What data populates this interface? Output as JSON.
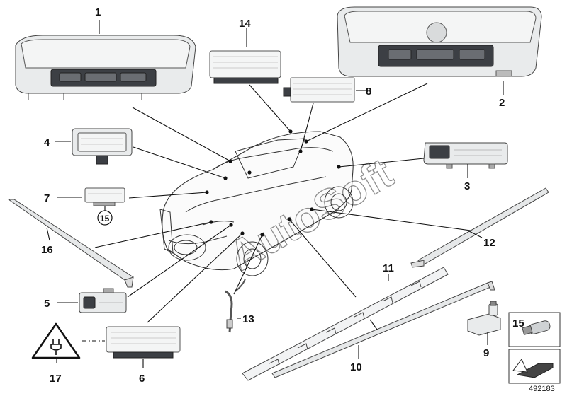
{
  "callouts": {
    "c1": "1",
    "c2": "2",
    "c3": "3",
    "c4": "4",
    "c5": "5",
    "c6": "6",
    "c7": "7",
    "c8": "8",
    "c9": "9",
    "c10": "10",
    "c11": "11",
    "c12": "12",
    "c13": "13",
    "c14": "14",
    "c15": "15",
    "c15_circle": "15",
    "c16": "16",
    "c17": "17"
  },
  "watermark": "AutoSoft",
  "reference_number": "492183"
}
